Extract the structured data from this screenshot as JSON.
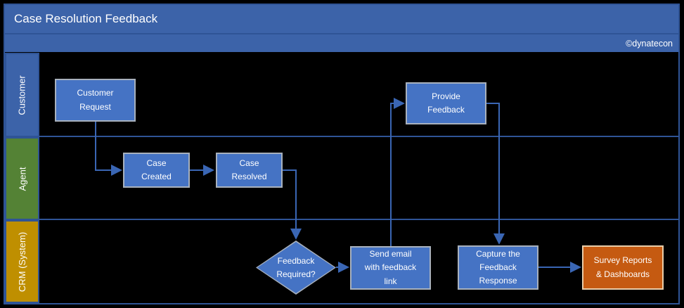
{
  "title": "Case Resolution Feedback",
  "watermark": "©dynatecon",
  "lanes": {
    "customer": {
      "label": "Customer"
    },
    "agent": {
      "label": "Agent"
    },
    "crm": {
      "label": "CRM (System)"
    }
  },
  "nodes": {
    "customer_request": {
      "label": "Customer\nRequest",
      "lane": "Customer",
      "shape": "process"
    },
    "case_created": {
      "label": "Case\nCreated",
      "lane": "Agent",
      "shape": "process"
    },
    "case_resolved": {
      "label": "Case\nResolved",
      "lane": "Agent",
      "shape": "process"
    },
    "feedback_required": {
      "label": "Feedback\nRequired?",
      "lane": "CRM (System)",
      "shape": "decision"
    },
    "send_email": {
      "label": "Send email\nwith feedback\nlink",
      "lane": "CRM (System)",
      "shape": "process"
    },
    "provide_feedback": {
      "label": "Provide\nFeedback",
      "lane": "Customer",
      "shape": "process"
    },
    "capture_response": {
      "label": "Capture the\nFeedback\nResponse",
      "lane": "CRM (System)",
      "shape": "process"
    },
    "survey_reports": {
      "label": "Survey Reports\n& Dashboards",
      "lane": "CRM (System)",
      "shape": "result"
    }
  },
  "edges": [
    {
      "from": "customer_request",
      "to": "case_created"
    },
    {
      "from": "case_created",
      "to": "case_resolved"
    },
    {
      "from": "case_resolved",
      "to": "feedback_required"
    },
    {
      "from": "feedback_required",
      "to": "send_email"
    },
    {
      "from": "send_email",
      "to": "provide_feedback"
    },
    {
      "from": "provide_feedback",
      "to": "capture_response"
    },
    {
      "from": "capture_response",
      "to": "survey_reports"
    }
  ],
  "colors": {
    "background": "#000000",
    "frame": "#2F5496",
    "band_blue": "#3C63A9",
    "lane_agent": "#548235",
    "lane_crm": "#BF8F00",
    "node_blue": "#4573C4",
    "node_border": "#A8B1BD",
    "orange": "#C55A11",
    "orange_border": "#E9CDA9",
    "connector": "#3A66B4",
    "text": "#FFFFFF"
  }
}
